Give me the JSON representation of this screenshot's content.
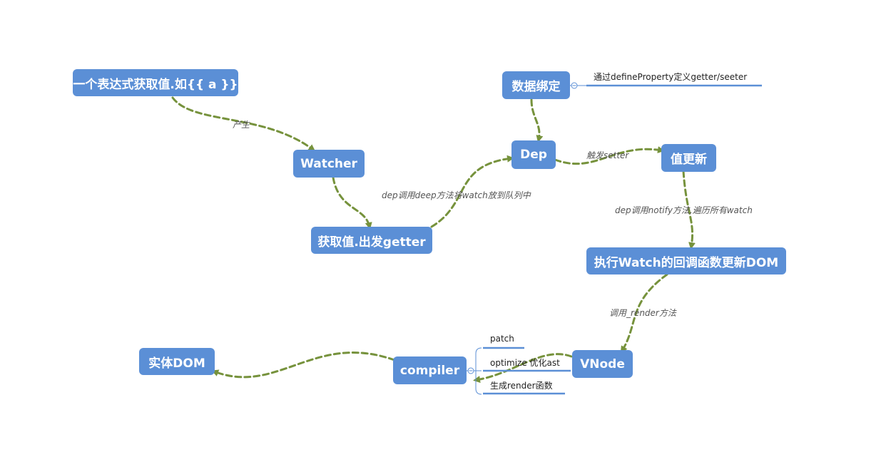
{
  "nodes": {
    "expression": "一个表达式获取值.如{{ a }}",
    "watcher": "Watcher",
    "getter": "获取值.出发getter",
    "data_binding": "数据绑定",
    "dep": "Dep",
    "value_update": "值更新",
    "exec_watch": "执行Watch的回调函数更新DOM",
    "vnode": "VNode",
    "compiler": "compiler",
    "real_dom": "实体DOM"
  },
  "edge_labels": {
    "produce": "产生",
    "dep_deep": "dep调用deep方法将watch放到队列中",
    "trigger_setter": "触发setter",
    "dep_notify": "dep调用notify方法,遍历所有watch",
    "call_render": "调用_render方法"
  },
  "subtopics": {
    "define_property": "通过defineProperty定义getter/seeter",
    "patch": "patch",
    "optimize": "optimize 优化ast",
    "gen_render": "生成render函数"
  },
  "colors": {
    "node_fill": "#5b8fd6",
    "node_text": "#ffffff",
    "arrow": "#76923c",
    "subtopic_line": "#5b8fd6"
  }
}
